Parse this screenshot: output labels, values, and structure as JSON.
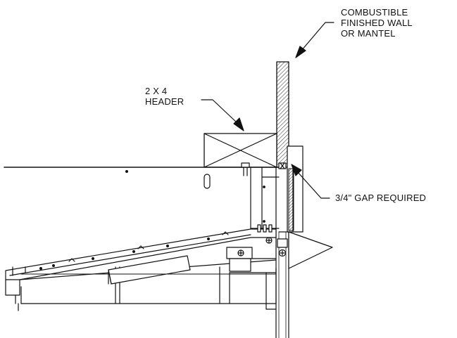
{
  "labels": {
    "wall": {
      "line1": "COMBUSTIBLE",
      "line2": "FINISHED WALL",
      "line3": "OR MANTEL"
    },
    "header": {
      "line1": "2 X 4",
      "line2": "HEADER"
    },
    "gap": {
      "line1": "3/4\" GAP REQUIRED"
    }
  },
  "colors": {
    "ink": "#111111",
    "paper": "#ffffff"
  }
}
